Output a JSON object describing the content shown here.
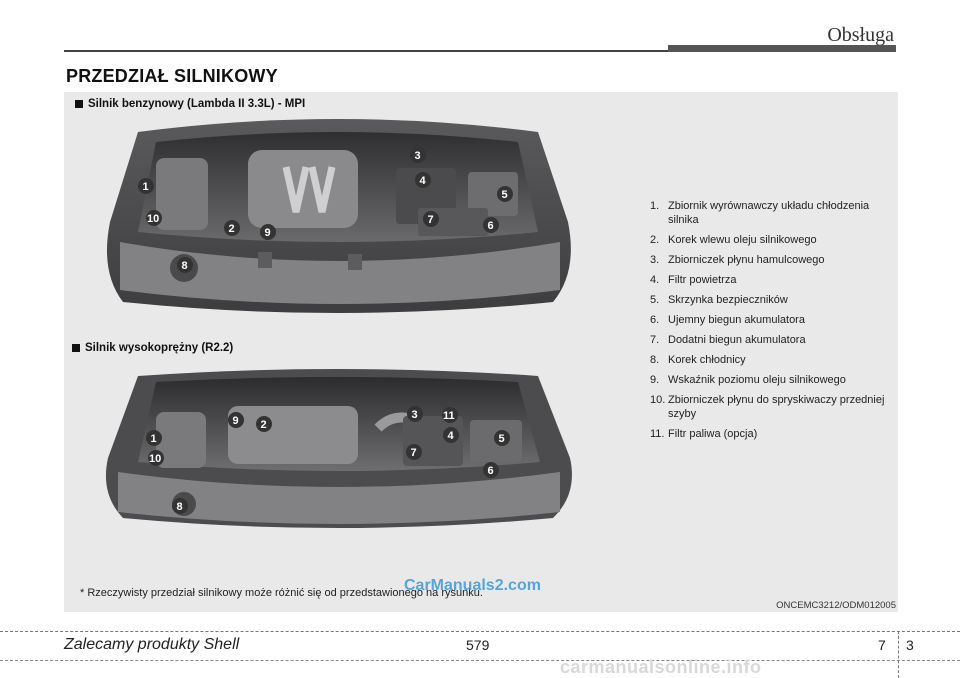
{
  "header": {
    "section": "Obsługa",
    "title": "PRZEDZIAŁ SILNIKOWY"
  },
  "engine_views": [
    {
      "label": "Silnik benzynowy (Lambda II 3.3L) - MPI",
      "callouts": [
        "1",
        "2",
        "3",
        "4",
        "5",
        "6",
        "7",
        "8",
        "9",
        "10"
      ]
    },
    {
      "label": "Silnik wysokoprężny (R2.2)",
      "callouts": [
        "1",
        "2",
        "3",
        "4",
        "5",
        "6",
        "7",
        "8",
        "9",
        "10",
        "11"
      ]
    }
  ],
  "legend": [
    {
      "num": "1.",
      "text": "Zbiornik wyrównawczy układu chłodzenia silnika"
    },
    {
      "num": "2.",
      "text": "Korek wlewu oleju silnikowego"
    },
    {
      "num": "3.",
      "text": "Zbiorniczek płynu hamulcowego"
    },
    {
      "num": "4.",
      "text": "Filtr powietrza"
    },
    {
      "num": "5.",
      "text": "Skrzynka bezpieczników"
    },
    {
      "num": "6.",
      "text": "Ujemny biegun akumulatora"
    },
    {
      "num": "7.",
      "text": "Dodatni biegun akumulatora"
    },
    {
      "num": "8.",
      "text": "Korek chłodnicy"
    },
    {
      "num": "9.",
      "text": "Wskaźnik poziomu oleju silnikowego"
    },
    {
      "num": "10.",
      "text": "Zbiorniczek płynu do spryskiwaczy przedniej szyby"
    },
    {
      "num": "11.",
      "text": "Filtr paliwa (opcja)"
    }
  ],
  "footnote": "* Rzeczywisty przedział silnikowy może różnić się od przedstawionego na rysunku.",
  "image_code": "ONCEMC3212/ODM012005",
  "watermark": "CarManuals2.com",
  "footer": {
    "left": "Zalecamy produkty Shell",
    "center": "579",
    "chapter": "7",
    "page": "3",
    "site": "carmanualsonline.info"
  }
}
